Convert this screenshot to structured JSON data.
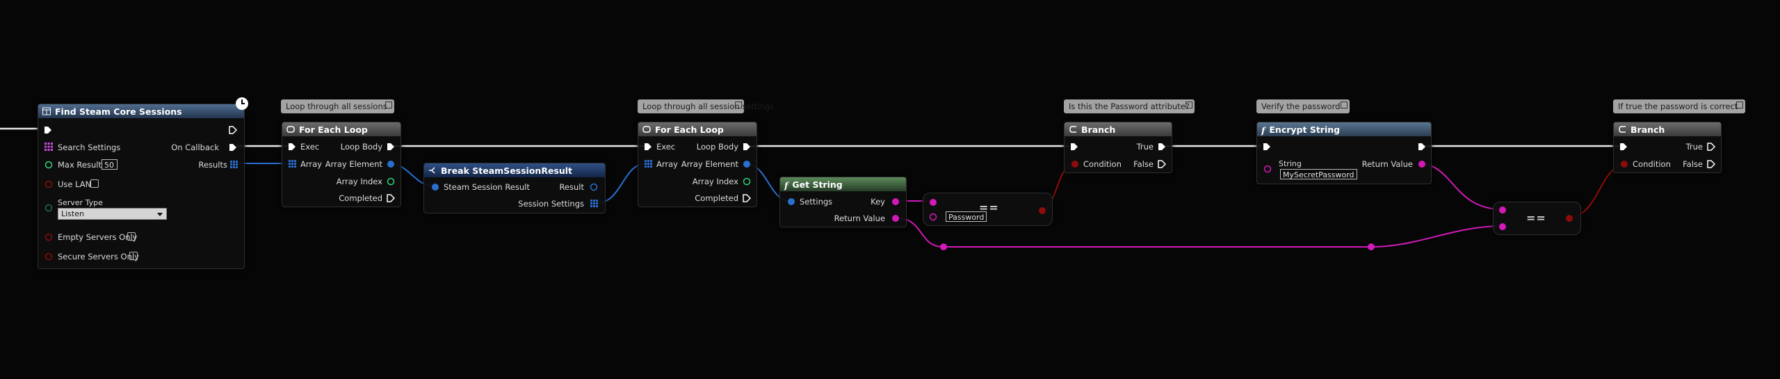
{
  "comments": {
    "loop_sessions": "Loop through all sessions",
    "loop_settings": "Loop through all session settings",
    "is_password": "Is this the Password attribute?",
    "verify": "Verify the password",
    "if_correct": "If true the password is correct"
  },
  "find_node": {
    "title": "Find Steam Core Sessions",
    "search_settings": "Search Settings",
    "on_callback": "On Callback",
    "max_results": "Max Results",
    "max_results_value": "50",
    "results": "Results",
    "use_lan": "Use LAN",
    "server_type": "Server Type",
    "server_type_value": "Listen",
    "empty_servers": "Empty Servers Only",
    "secure_servers": "Secure Servers Only"
  },
  "loop1": {
    "title": "For Each Loop",
    "exec": "Exec",
    "loop_body": "Loop Body",
    "array": "Array",
    "array_element": "Array Element",
    "array_index": "Array Index",
    "completed": "Completed"
  },
  "break_node": {
    "title": "Break SteamSessionResult",
    "steam_session_result": "Steam Session Result",
    "result": "Result",
    "session_settings": "Session Settings"
  },
  "loop2": {
    "title": "For Each Loop",
    "exec": "Exec",
    "loop_body": "Loop Body",
    "array": "Array",
    "array_element": "Array Element",
    "array_index": "Array Index",
    "completed": "Completed"
  },
  "get_string": {
    "title": "Get String",
    "settings": "Settings",
    "key": "Key",
    "return_value": "Return Value"
  },
  "equal1": {
    "op": "==",
    "value": "Password"
  },
  "branch1": {
    "title": "Branch",
    "condition": "Condition",
    "true_label": "True",
    "false_label": "False"
  },
  "encrypt": {
    "title": "Encrypt String",
    "string_label": "String",
    "string_value": "MySecretPassword",
    "return_value": "Return Value"
  },
  "equal2": {
    "op": "=="
  },
  "branch2": {
    "title": "Branch",
    "condition": "Condition",
    "true_label": "True",
    "false_label": "False"
  },
  "colors": {
    "exec": "#ffffff",
    "struct": "#1f6fd6",
    "string": "#e020c8",
    "bool": "#8a0a0a",
    "int": "#2ed27a"
  }
}
